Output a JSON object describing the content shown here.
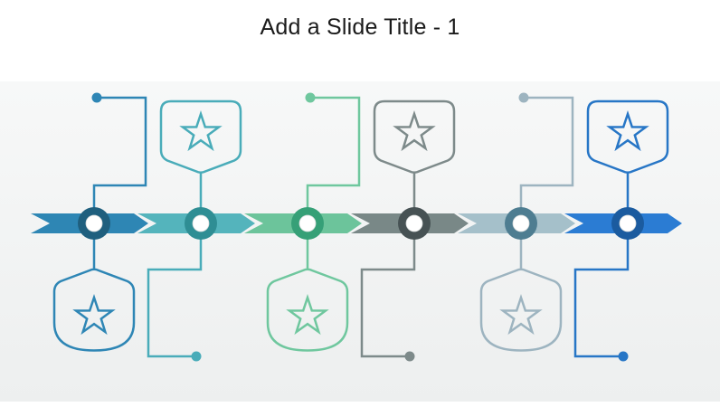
{
  "title": "Add a Slide Title - 1",
  "background": {
    "band_top": "#f7f8f8",
    "band_bottom": "#edefef",
    "page": "#ffffff"
  },
  "timeline": {
    "description": "six-step chevron timeline with star badges",
    "items": [
      {
        "label": "step-1",
        "badge_position": "below",
        "icon": "star-icon",
        "chevron_color": "#2E86B4",
        "ring_color": "#1F5F7E",
        "line_color": "#2E86B5"
      },
      {
        "label": "step-2",
        "badge_position": "above",
        "icon": "star-icon",
        "chevron_color": "#54B4BC",
        "ring_color": "#2F8E94",
        "line_color": "#49ACB9"
      },
      {
        "label": "step-3",
        "badge_position": "below",
        "icon": "star-icon",
        "chevron_color": "#6CC49B",
        "ring_color": "#36A077",
        "line_color": "#6FC79E"
      },
      {
        "label": "step-4",
        "badge_position": "above",
        "icon": "star-icon",
        "chevron_color": "#798887",
        "ring_color": "#475254",
        "line_color": "#7D8A8A"
      },
      {
        "label": "step-5",
        "badge_position": "below",
        "icon": "star-icon",
        "chevron_color": "#A5C0CA",
        "ring_color": "#4E7D91",
        "line_color": "#9DB4C0"
      },
      {
        "label": "step-6",
        "badge_position": "above",
        "icon": "star-icon",
        "chevron_color": "#2B7CD3",
        "ring_color": "#1B5B9F",
        "line_color": "#2776C6"
      }
    ],
    "circle_fill": "#ffffff"
  }
}
